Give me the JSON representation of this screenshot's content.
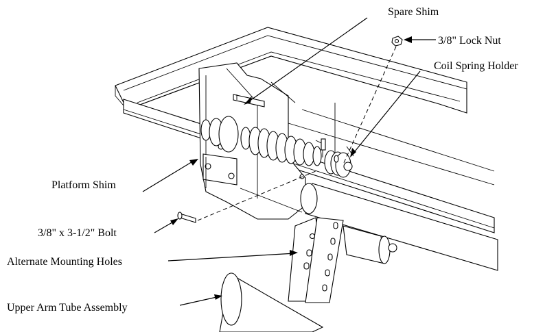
{
  "labels": {
    "spare_shim": "Spare Shim",
    "lock_nut": "3/8\" Lock Nut",
    "coil_spring_holder": "Coil Spring Holder",
    "platform_shim": "Platform Shim",
    "bolt": "3/8\" x 3-1/2\" Bolt",
    "alternate_mounting_holes": "Alternate Mounting Holes",
    "upper_arm_tube_assembly": "Upper Arm Tube Assembly"
  }
}
